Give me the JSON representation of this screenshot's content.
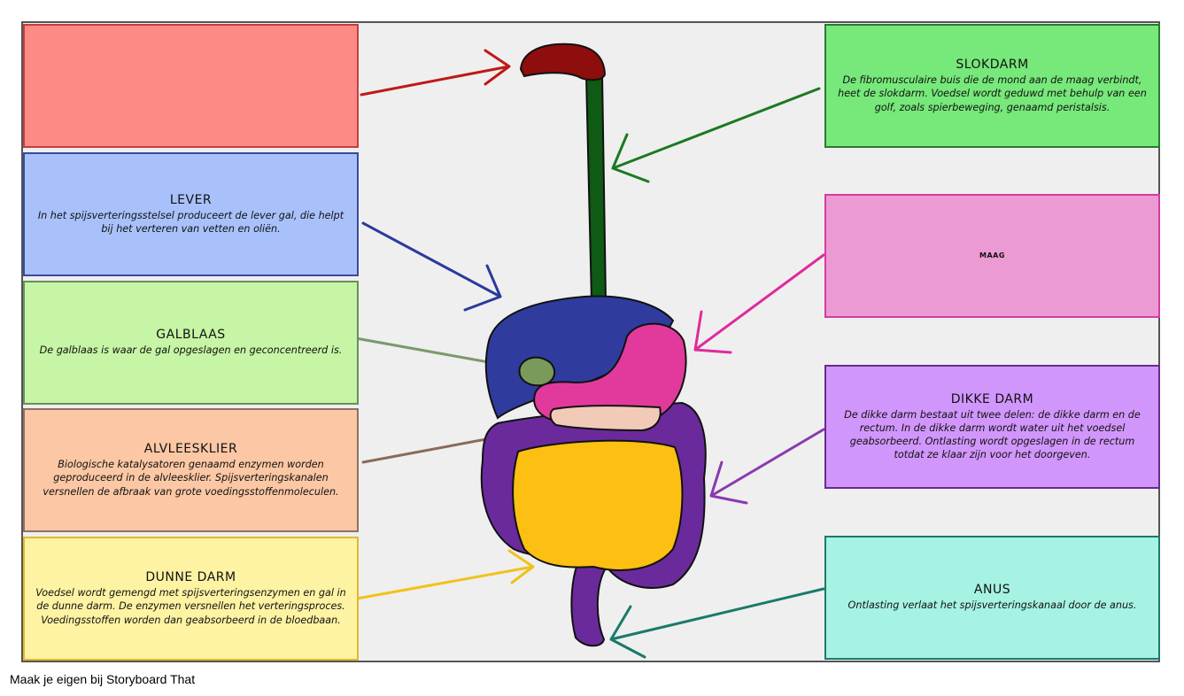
{
  "boxes": {
    "mond": {
      "title": "",
      "text": "",
      "color": "#fd8a85",
      "border": "#c43e3e"
    },
    "lever": {
      "title": "LEVER",
      "text": "In het spijsverteringsstelsel produceert de lever gal, die helpt bij het verteren van vetten en oliën.",
      "color": "#a9c1fb",
      "border": "#3a4a9c"
    },
    "galblaas": {
      "title": "GALBLAAS",
      "text": "De galblaas is waar de gal opgeslagen en geconcentreerd is.",
      "color": "#c6f5a5",
      "border": "#6a8f5a"
    },
    "alvleesklier": {
      "title": "ALVLEESKLIER",
      "text": "Biologische katalysatoren genaamd enzymen worden geproduceerd in de alvleesklier. Spijsverteringskanalen versnellen de afbraak van grote voedingsstoffenmoleculen.",
      "color": "#fcc7a4",
      "border": "#8c7163"
    },
    "dunne_darm": {
      "title": "DUNNE DARM",
      "text": "Voedsel wordt gemengd met spijsverteringsenzymen en gal in de dunne darm. De enzymen versnellen het verteringsproces. Voedingsstoffen worden dan geabsorbeerd in de bloedbaan.",
      "color": "#fdf3a3",
      "border": "#e2b92a"
    },
    "slokdarm": {
      "title": "SLOKDARM",
      "text": "De fibromusculaire buis die de mond aan de maag verbindt, heet de slokdarm. Voedsel wordt geduwd met behulp van een golf, zoals spierbeweging, genaamd peristalsis.",
      "color": "#77e87a",
      "border": "#2a7a2e"
    },
    "maag": {
      "title": "MAAG",
      "text": "",
      "color": "#ec9ad3",
      "border": "#d63ca0"
    },
    "dikke_darm": {
      "title": "DIKKE DARM",
      "text": "De dikke darm bestaat uit twee delen: de dikke darm en de rectum. In de dikke darm wordt water uit het voedsel geabsorbeerd. Ontlasting wordt opgeslagen in de rectum totdat ze klaar zijn voor het doorgeven.",
      "color": "#d196fb",
      "border": "#6a2a8c"
    },
    "anus": {
      "title": "ANUS",
      "text": "Ontlasting verlaat het spijsverteringskanaal door de anus.",
      "color": "#a6f3e3",
      "border": "#1e7a6a"
    }
  },
  "organ_colors": {
    "mouth": "#8e0d0d",
    "esophagus": "#0f5a14",
    "liver": "#2f3c9e",
    "gallbladder": "#7a9a5a",
    "stomach": "#e23a9c",
    "pancreas": "#f2cbb8",
    "small_intestine": "#fcbf12",
    "large_intestine": "#6a2a9c"
  },
  "arrow_colors": {
    "mond": "#c01818",
    "lever": "#2a3a9c",
    "galblaas": "#7a9a6a",
    "alvleesklier": "#8a6a5a",
    "dunne_darm": "#f2c21a",
    "slokdarm": "#1a7a22",
    "maag": "#e02a9c",
    "dikke_darm": "#8a3ab0",
    "anus": "#1a7a6a"
  },
  "footer": "Maak je eigen bij Storyboard That"
}
